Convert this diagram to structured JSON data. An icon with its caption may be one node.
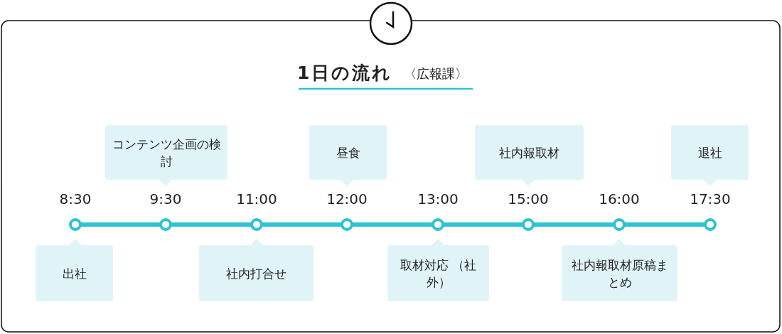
{
  "diagram": {
    "title": "1日の流れ",
    "nodes": [
      {
        "text": [
          "出社"
        ]
      },
      {
        "text": [
          "コンテンツ企画の検討"
        ]
      },
      {
        "text": [
          "社内打合せ"
        ]
      },
      {
        "text": [
          "昼食"
        ]
      },
      {
        "text": [
          "取材対応 （社外）"
        ]
      },
      {
        "text": [
          "社内報取材"
        ]
      },
      {
        "text": [
          "社内報取材原稿まとめ"
        ]
      },
      {
        "text": [
          "退社"
        ]
      }
    ],
    "labels": [
      "〈広報課〉",
      "8:30",
      "9:30",
      "11:00",
      "12:00",
      "13:00",
      "15:00",
      "16:00",
      "17:30"
    ]
  }
}
